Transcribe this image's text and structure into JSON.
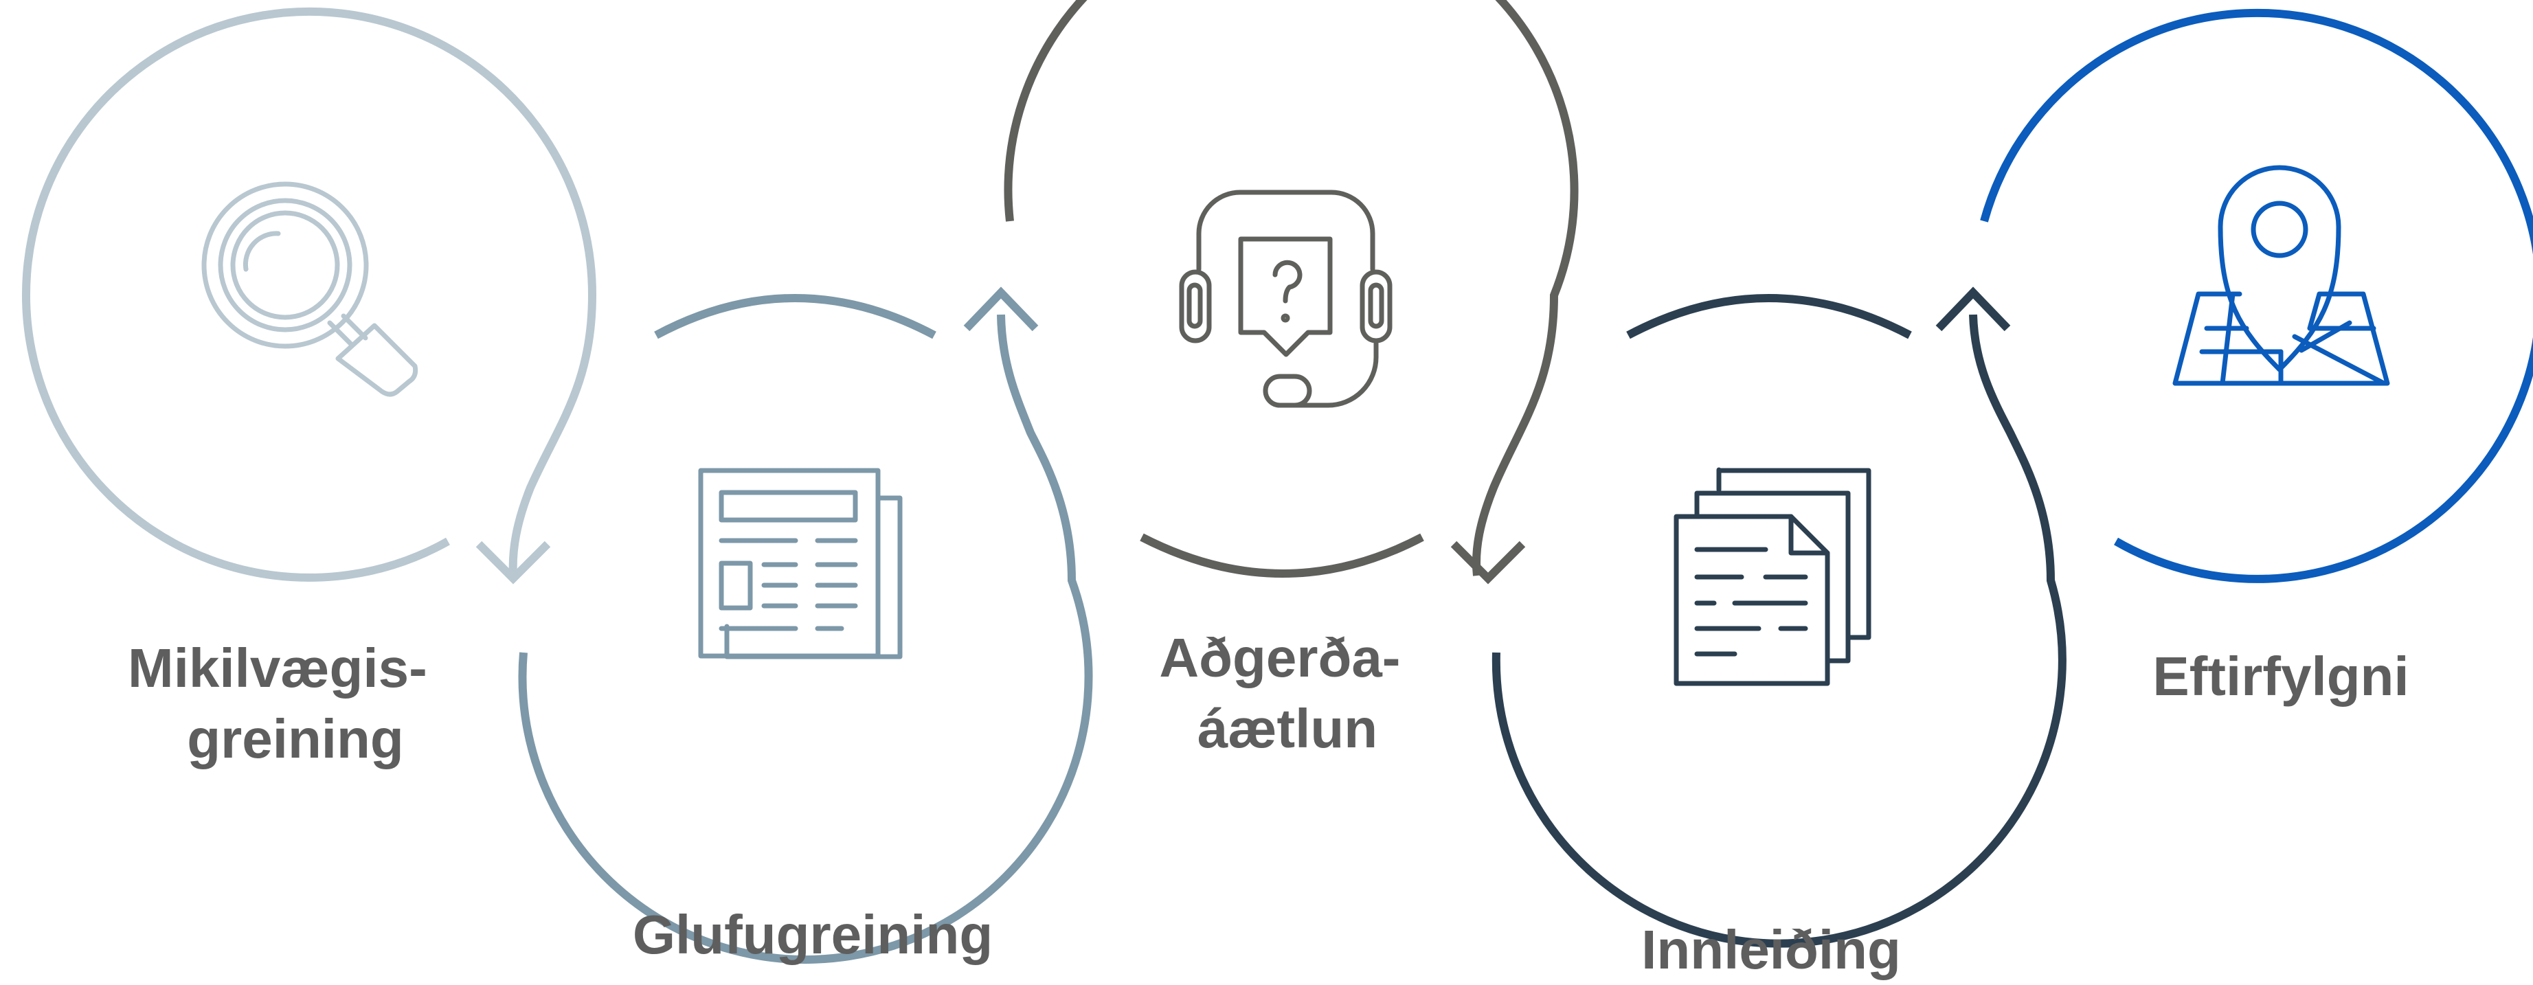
{
  "steps": [
    {
      "label_lines": [
        "Mikilvægis-",
        "greining"
      ],
      "icon": "magnifier-icon",
      "color": "#b8c7d0"
    },
    {
      "label_lines": [
        "Glufugreining"
      ],
      "icon": "newspaper-icon",
      "color": "#7d98a8"
    },
    {
      "label_lines": [
        "Aðgerða-",
        "áætlun"
      ],
      "icon": "headset-support-icon",
      "color": "#5f5f5c"
    },
    {
      "label_lines": [
        "Innleiðing"
      ],
      "icon": "documents-icon",
      "color": "#2b3f50"
    },
    {
      "label_lines": [
        "Eftirfylgni"
      ],
      "icon": "map-pin-icon",
      "color": "#0b5cbc"
    }
  ],
  "label_color": "#5e5e5e"
}
